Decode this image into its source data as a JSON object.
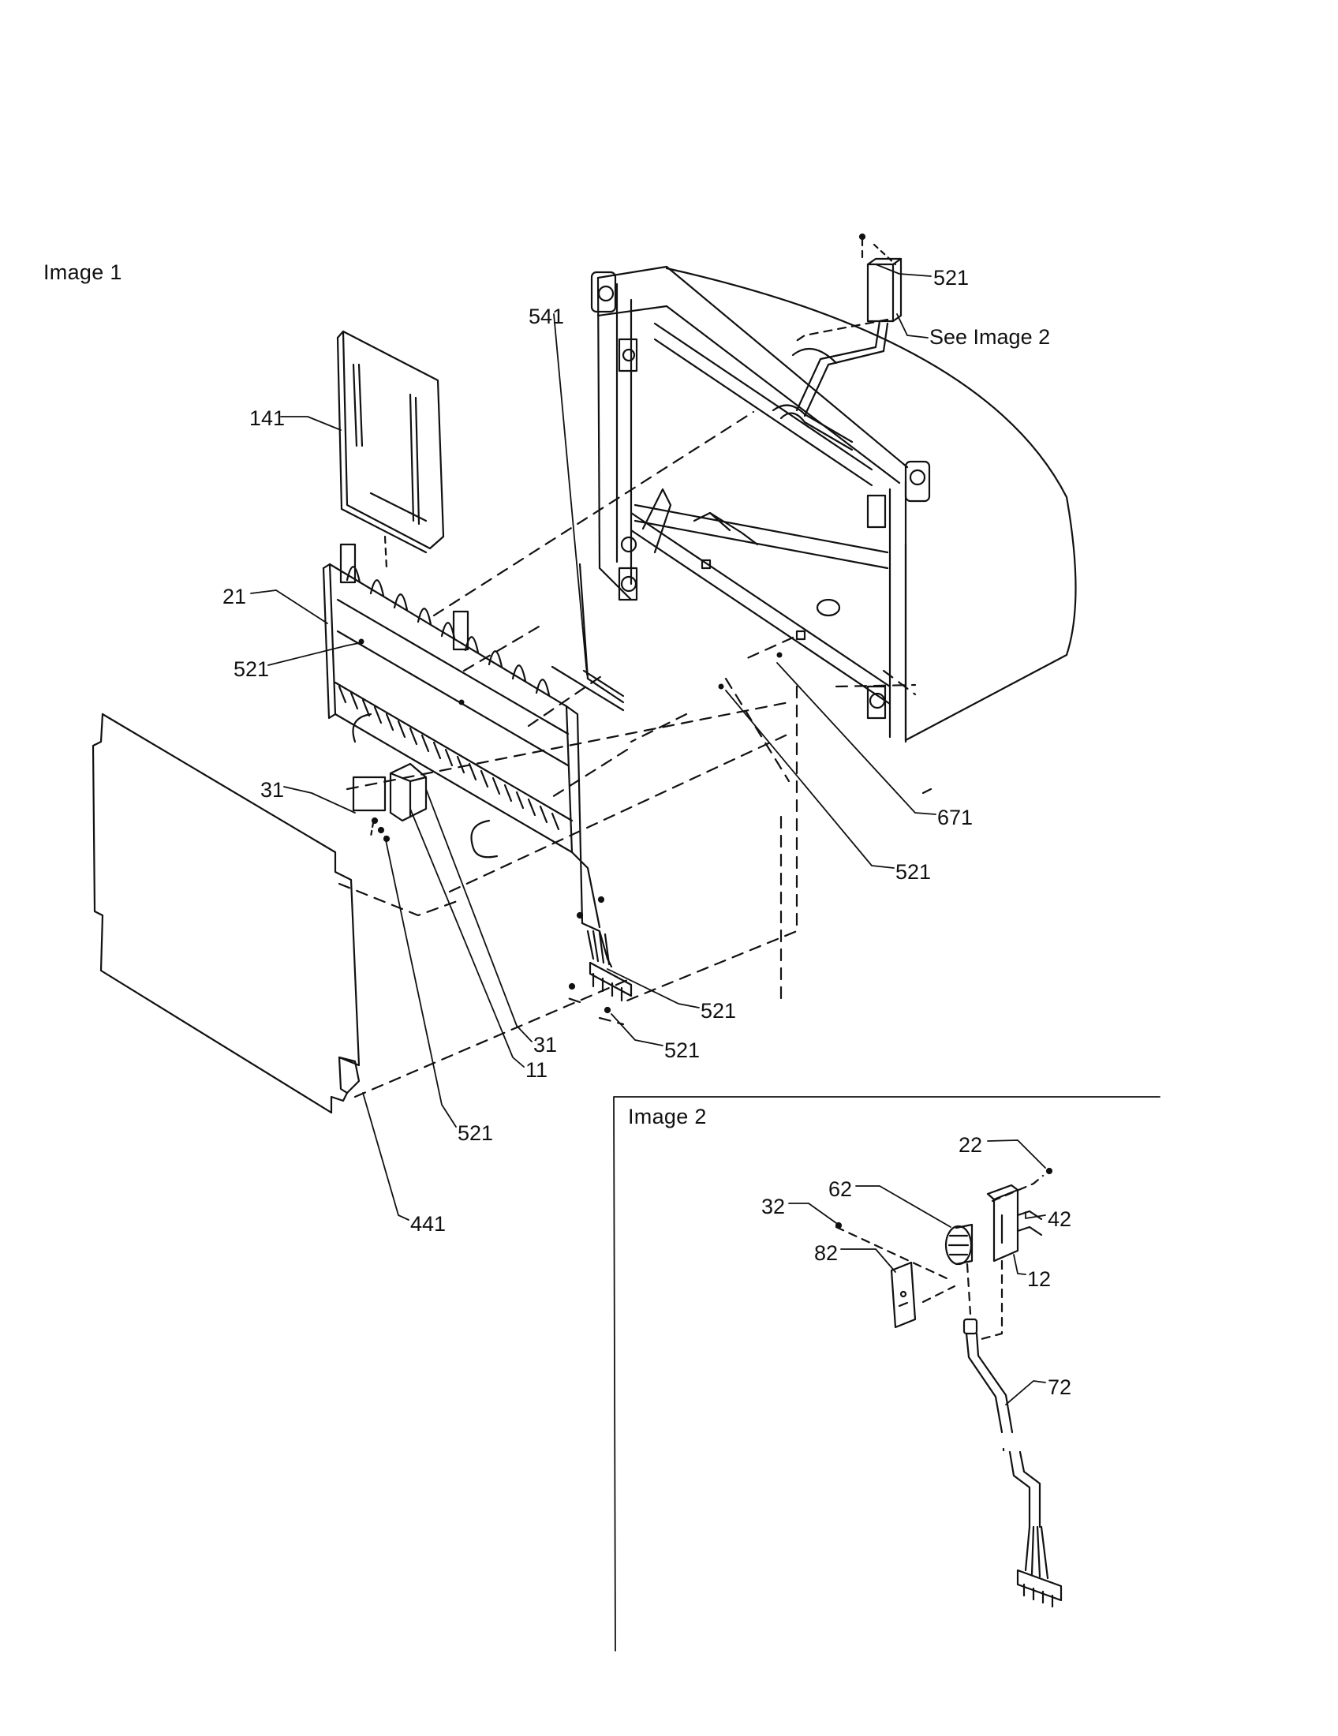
{
  "diagram": {
    "image1_heading": "Image 1",
    "image2_heading": "Image 2",
    "see_image2_callout": "See Image 2",
    "image1_callouts": [
      {
        "id": "c141",
        "text": "141"
      },
      {
        "id": "c541",
        "text": "541"
      },
      {
        "id": "c521-top",
        "text": "521"
      },
      {
        "id": "c21",
        "text": "21"
      },
      {
        "id": "c521-grille",
        "text": "521"
      },
      {
        "id": "c671",
        "text": "671"
      },
      {
        "id": "c521-right",
        "text": "521"
      },
      {
        "id": "c31-left",
        "text": "31"
      },
      {
        "id": "c31-right",
        "text": "31"
      },
      {
        "id": "c11",
        "text": "11"
      },
      {
        "id": "c521-harness",
        "text": "521"
      },
      {
        "id": "c521-harness-low",
        "text": "521"
      },
      {
        "id": "c521-bottom",
        "text": "521"
      },
      {
        "id": "c441",
        "text": "441"
      }
    ],
    "image2_callouts": [
      {
        "id": "c22",
        "text": "22"
      },
      {
        "id": "c62",
        "text": "62"
      },
      {
        "id": "c32",
        "text": "32"
      },
      {
        "id": "c42",
        "text": "42"
      },
      {
        "id": "c82",
        "text": "82"
      },
      {
        "id": "c12",
        "text": "12"
      },
      {
        "id": "c72",
        "text": "72"
      }
    ]
  }
}
